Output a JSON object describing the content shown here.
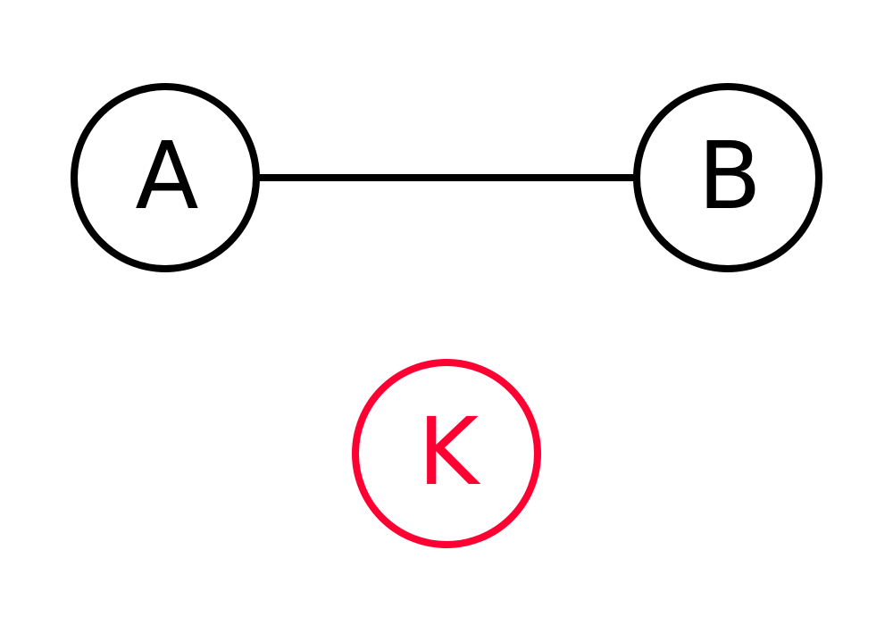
{
  "nodes": [
    {
      "id": "A",
      "label": "A",
      "color": "#000000"
    },
    {
      "id": "B",
      "label": "B",
      "color": "#000000"
    },
    {
      "id": "K",
      "label": "K",
      "color": "#ff0033"
    }
  ],
  "edges": [
    {
      "from": "A",
      "to": "B",
      "color": "#000000"
    }
  ]
}
